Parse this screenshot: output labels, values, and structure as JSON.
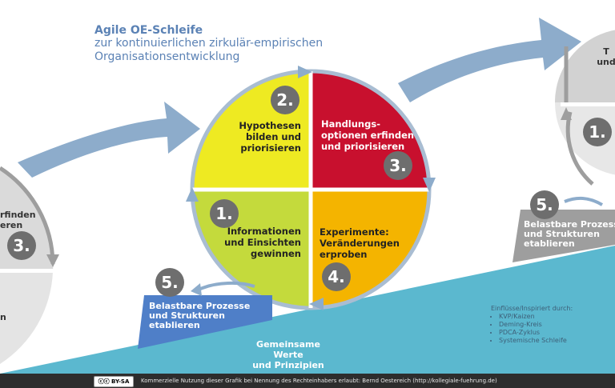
{
  "title": {
    "main": "Agile OE-Schleife",
    "line2": "zur kontinuierlichen zirkulär-empirischen",
    "line3": "Organisationsentwicklung"
  },
  "quadrants": {
    "q1": {
      "number": "1.",
      "lines": [
        "Informationen",
        "und Einsichten",
        "gewinnen"
      ],
      "color": "#c4da3c"
    },
    "q2": {
      "number": "2.",
      "lines": [
        "Hypothesen",
        "bilden und",
        "priorisieren"
      ],
      "color": "#eeea22"
    },
    "q3": {
      "number": "3.",
      "lines": [
        "Handlungs-",
        "optionen erfinden",
        "und priorisieren"
      ],
      "color": "#c8102e"
    },
    "q4": {
      "number": "4.",
      "lines": [
        "Experimente:",
        "Veränderungen",
        "erproben"
      ],
      "color": "#f4b400"
    }
  },
  "step5": {
    "number": "5.",
    "lines": [
      "Belastbare Prozesse",
      "und Strukturen",
      "etablieren"
    ]
  },
  "base": {
    "lines": [
      "Gemeinsame Werte",
      "und Prinzipien"
    ]
  },
  "left_loop": {
    "number": "3.",
    "lines": [
      "rfinden",
      "eren"
    ],
    "partial": "n"
  },
  "right_loop": {
    "number_top": "1.",
    "number_5": "5.",
    "lines_top": [
      "T",
      "und"
    ],
    "lines_5": [
      "Belastbare Prozesse",
      "und Strukturen",
      "etablieren"
    ]
  },
  "influences": {
    "heading": "Einflüsse/Inspiriert durch:",
    "items": [
      "KVP/Kaizen",
      "Deming-Kreis",
      "PDCA-Zyklus",
      "Systemische Schleife"
    ]
  },
  "footer": {
    "badge": "BY-SA",
    "text": "Kommerzielle Nutzung dieser Grafik bei Nennung des Rechteinhabers erlaubt: Bernd Oestereich (http://kollegiale-fuehrung.de)"
  },
  "colors": {
    "accent_blue": "#5b82b5",
    "arrow_blue": "#8daccb",
    "ramp": "#5bb8cf",
    "step5_box": "#4f7fc8",
    "number_circle": "#6e6e6e",
    "grey_loop": "#b9b9b9"
  }
}
